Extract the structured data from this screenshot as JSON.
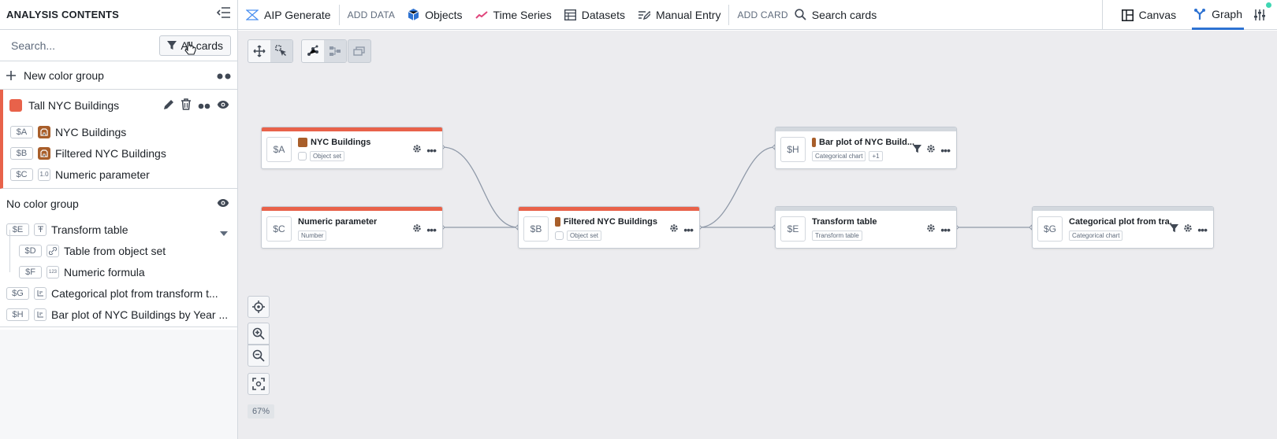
{
  "sidebar": {
    "title": "ANALYSIS CONTENTS",
    "search_placeholder": "Search...",
    "filter_label": "All cards",
    "new_group_label": "New color group",
    "colored_group": {
      "name": "Tall NYC Buildings",
      "color": "#e8624a",
      "items": [
        {
          "tag": "$A",
          "label": "NYC Buildings",
          "icon": "object-set-icon"
        },
        {
          "tag": "$B",
          "label": "Filtered NYC Buildings",
          "icon": "object-set-icon"
        },
        {
          "tag": "$C",
          "label": "Numeric parameter",
          "icon": "number-icon",
          "icon_text": "1.0"
        }
      ]
    },
    "no_group": {
      "name": "No color group",
      "items": [
        {
          "tag": "$E",
          "label": "Transform table",
          "icon": "transform-table-icon",
          "expanded": true
        },
        {
          "tag": "$D",
          "label": "Table from object set",
          "icon": "link-icon",
          "child": true
        },
        {
          "tag": "$F",
          "label": "Numeric formula",
          "icon": "formula-icon",
          "icon_text": "123",
          "child": true
        },
        {
          "tag": "$G",
          "label": "Categorical plot from transform t...",
          "icon": "chart-icon"
        },
        {
          "tag": "$H",
          "label": "Bar plot of NYC Buildings by Year ...",
          "icon": "chart-icon"
        }
      ]
    }
  },
  "topbar": {
    "aip_label": "AIP Generate",
    "add_data_label": "ADD DATA",
    "objects_label": "Objects",
    "time_series_label": "Time Series",
    "datasets_label": "Datasets",
    "manual_entry_label": "Manual Entry",
    "add_card_label": "ADD CARD",
    "search_cards_label": "Search cards",
    "canvas_label": "Canvas",
    "graph_label": "Graph"
  },
  "canvas": {
    "zoom": "67%",
    "cards": [
      {
        "tag": "$A",
        "title": "NYC Buildings",
        "subtitle": "Object set",
        "band": "red",
        "filter": false,
        "extra": ""
      },
      {
        "tag": "$C",
        "title": "Numeric parameter",
        "subtitle": "Number",
        "band": "red",
        "filter": false,
        "extra": ""
      },
      {
        "tag": "$B",
        "title": "Filtered NYC Buildings",
        "subtitle": "Object set",
        "band": "red",
        "filter": false,
        "extra": ""
      },
      {
        "tag": "$H",
        "title": "Bar plot of NYC Build...",
        "subtitle": "Categorical chart",
        "band": "grey",
        "filter": true,
        "extra": "+1"
      },
      {
        "tag": "$E",
        "title": "Transform table",
        "subtitle": "Transform table",
        "band": "grey",
        "filter": false,
        "extra": ""
      },
      {
        "tag": "$G",
        "title": "Categorical plot from tra...",
        "subtitle": "Categorical chart",
        "band": "grey",
        "filter": true,
        "extra": ""
      }
    ]
  },
  "colors": {
    "accent": "#2d72d2",
    "group_red": "#e8624a",
    "object_brown": "#a85e2a"
  }
}
